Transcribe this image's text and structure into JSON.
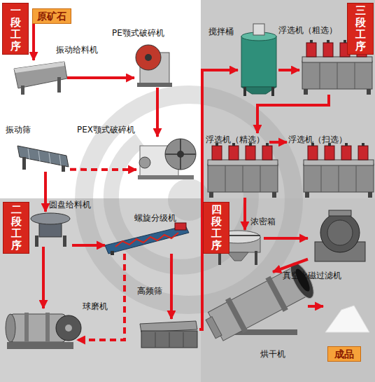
{
  "diagram": {
    "nodes": [
      {
        "text": [
          "一段工序"
        ]
      },
      {
        "text": [
          "原矿石"
        ],
        "in": 0
      },
      {
        "text": [
          "振动给料机"
        ],
        "in": 0
      },
      {
        "text": [
          "PE颚式破碎机"
        ],
        "in": 0
      },
      {
        "text": [
          "振动筛"
        ],
        "in": 0
      },
      {
        "text": [
          "PEX颚式破碎机"
        ],
        "in": 0
      },
      {
        "text": [
          "三段工序"
        ]
      },
      {
        "text": [
          "搅拌桶"
        ],
        "in": 6
      },
      {
        "text": [
          "浮选机（粗选）"
        ],
        "in": 6
      },
      {
        "text": [
          "浮选机（精选）"
        ],
        "in": 6
      },
      {
        "text": [
          "浮选机（扫选）"
        ],
        "in": 6
      },
      {
        "text": [
          "二段工序"
        ]
      },
      {
        "text": [
          "圆盘给料机"
        ],
        "in": 11
      },
      {
        "text": [
          "螺旋分级机"
        ],
        "in": 11
      },
      {
        "text": [
          "球磨机"
        ],
        "in": 11
      },
      {
        "text": [
          "高频筛"
        ],
        "in": 11
      },
      {
        "text": [
          "四段工序"
        ]
      },
      {
        "text": [
          "浓密箱"
        ],
        "in": 16
      },
      {
        "text": [
          "真空永磁过滤机"
        ],
        "in": 16
      },
      {
        "text": [
          "烘干机"
        ],
        "in": 16
      },
      {
        "text": [
          "成品"
        ],
        "in": 16
      }
    ],
    "edges": [
      {
        "from": 1,
        "to": 2,
        "arrow": "to"
      },
      {
        "from": 2,
        "to": 3,
        "arrow": "to"
      },
      {
        "from": 3,
        "to": 5,
        "arrow": "to"
      },
      {
        "from": 4,
        "to": 5,
        "arrow": "to"
      },
      {
        "from": 4,
        "to": 12,
        "arrow": "to"
      },
      {
        "from": 12,
        "to": 14,
        "arrow": "to"
      },
      {
        "from": 12,
        "to": 13,
        "arrow": "to"
      },
      {
        "from": 13,
        "to": 14,
        "arrow": "to"
      },
      {
        "from": 13,
        "to": 15,
        "arrow": "to"
      },
      {
        "from": 15,
        "to": 7,
        "arrow": "to"
      },
      {
        "from": 7,
        "to": 8,
        "arrow": "to"
      },
      {
        "from": 8,
        "to": 9,
        "arrow": "to"
      },
      {
        "from": 9,
        "to": 10,
        "arrow": "to"
      },
      {
        "from": 9,
        "to": 17,
        "arrow": "to"
      },
      {
        "from": 17,
        "to": 18,
        "arrow": "to"
      },
      {
        "from": 18,
        "to": 19,
        "arrow": "to"
      },
      {
        "from": 19,
        "to": 20,
        "arrow": "to"
      }
    ]
  }
}
